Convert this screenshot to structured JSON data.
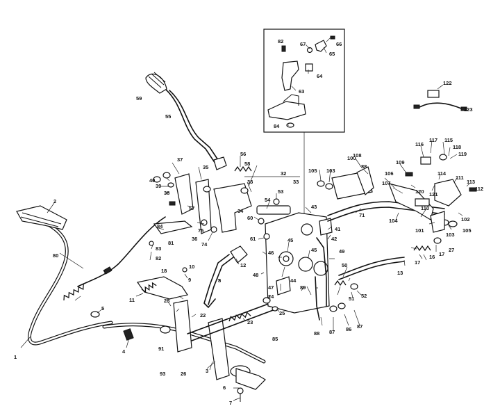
{
  "labels": {
    "l1": "1",
    "l2": "2",
    "l3": "3",
    "l4": "4",
    "l5": "5",
    "l6": "6",
    "l7": "7",
    "l8": "8",
    "l9": "9",
    "l10": "10",
    "l11": "11",
    "l12": "12",
    "l13": "13",
    "l16": "16",
    "l17a": "17",
    "l17b": "17",
    "l18": "18",
    "l22": "22",
    "l23": "23",
    "l24": "24",
    "l25": "25",
    "l26": "26",
    "l27": "27",
    "l28": "28",
    "l32": "32",
    "l33a": "33",
    "l33b": "33",
    "l34": "34",
    "l35": "35",
    "l36": "36",
    "l37": "37",
    "l38": "38",
    "l39": "39",
    "l40": "40",
    "l41": "41",
    "l42": "42",
    "l43": "43",
    "l44": "44",
    "l45a": "45",
    "l45b": "45",
    "l46": "46",
    "l47": "47",
    "l48": "48",
    "l49": "49",
    "l50": "50",
    "l51": "51",
    "l52": "52",
    "l53": "53",
    "l54": "54",
    "l55": "55",
    "l56": "56",
    "l57": "57",
    "l58": "58",
    "l59": "59",
    "l60": "60",
    "l61": "61",
    "l63": "63",
    "l64": "64",
    "l65": "65",
    "l66": "66",
    "l67": "67",
    "l71": "71",
    "l74": "74",
    "l75": "75",
    "l80": "80",
    "l81": "81",
    "l82a": "82",
    "l82b": "82",
    "l83": "83",
    "l84a": "84",
    "l84b": "84",
    "l85": "85",
    "l86": "86",
    "l87a": "87",
    "l87b": "87",
    "l88a": "88",
    "l88b": "88",
    "l89": "89",
    "l91": "91",
    "l93": "93",
    "l100": "100",
    "l101": "101",
    "l102": "102",
    "l103a": "103",
    "l103b": "103",
    "l104": "104",
    "l105a": "105",
    "l105b": "105",
    "l106": "106",
    "l107": "107",
    "l108": "108",
    "l109": "109",
    "l110": "110",
    "l111": "111",
    "l112": "112",
    "l113": "113",
    "l114": "114",
    "l115": "115",
    "l116": "116",
    "l117": "117",
    "l118": "118",
    "l119": "119",
    "l120": "120",
    "l121": "121",
    "l122": "122",
    "l123": "123"
  }
}
